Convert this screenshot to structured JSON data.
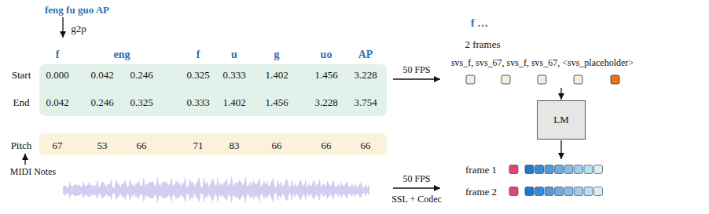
{
  "diagram": {
    "nodes": [
      {
        "text": [
          "0.000",
          "0.042",
          "0.246",
          "0.325",
          "0.333",
          "1.402",
          "1.456",
          "3.228",
          "0.042",
          "0.246",
          "0.325",
          "0.333",
          "1.402",
          "1.456",
          "3.228",
          "3.754"
        ]
      },
      {
        "text": [
          "67",
          "53",
          "66",
          "71",
          "83",
          "66",
          "66",
          "66"
        ]
      },
      {
        "text": [
          "LM"
        ]
      }
    ],
    "labels": [
      "feng fu guo AP",
      "g2p",
      "f",
      "eng",
      "f",
      "u",
      "g",
      "uo",
      "AP",
      "Start",
      "End",
      "Pitch",
      "MIDI Notes",
      "50 FPS",
      "50 FPS",
      "SSL + Codec",
      "f …",
      "2 frames",
      "svs_f, svs_67, svs_f, svs_67, <svs_placeholder>",
      "frame 1",
      "frame 2"
    ]
  }
}
